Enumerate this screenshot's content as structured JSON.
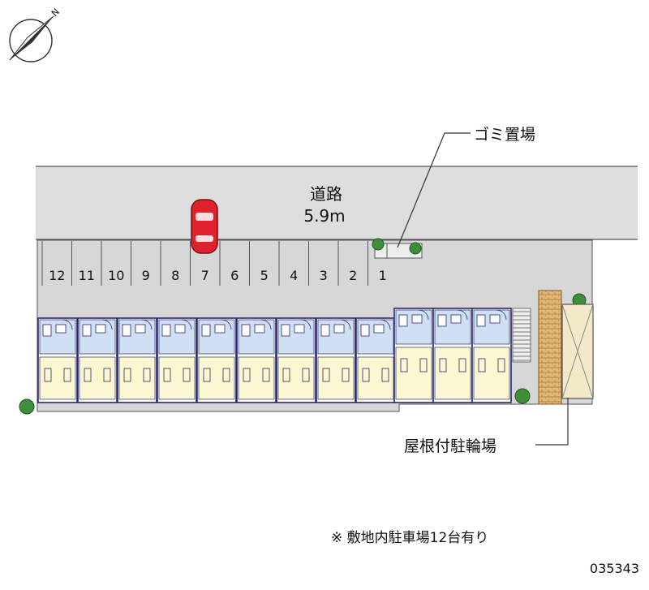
{
  "compass": {
    "north_label": "N"
  },
  "road": {
    "name": "道路",
    "width": "5.9m"
  },
  "parking": {
    "spaces": [
      "12",
      "11",
      "10",
      "9",
      "8",
      "7",
      "6",
      "5",
      "4",
      "3",
      "2",
      "1"
    ],
    "car_in_space": "7"
  },
  "callouts": {
    "garbage": "ゴミ置場",
    "bicycle": "屋根付駐輪場"
  },
  "note": "※ 敷地内駐車場12台有り",
  "property_code": "035343",
  "colors": {
    "ground": "#dcdcdc",
    "road": "#dedede",
    "building_outline": "#2a2a6a",
    "floor_blue": "#cfe0f5",
    "floor_yellow": "#fbf7d0",
    "car": "#e0202a",
    "brick": "#d9a65a",
    "tree": "#3f8f3a"
  }
}
